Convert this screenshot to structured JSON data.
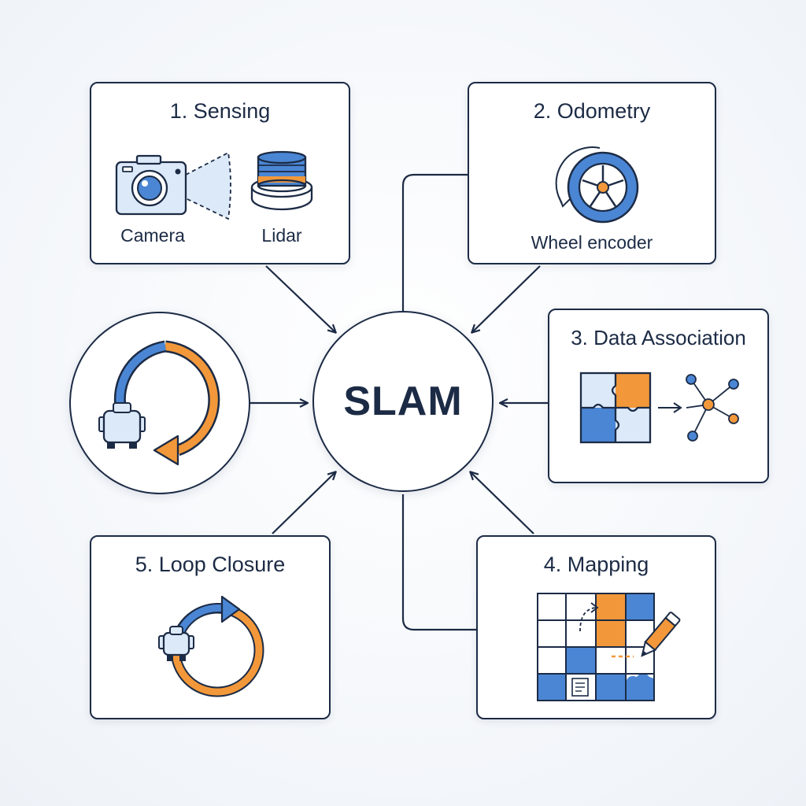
{
  "hub": {
    "label": "SLAM"
  },
  "sensing": {
    "title": "1. Sensing",
    "camera_label": "Camera",
    "lidar_label": "Lidar"
  },
  "odometry": {
    "title": "2. Odometry",
    "wheel_label": "Wheel encoder"
  },
  "association": {
    "title": "3. Data Association"
  },
  "mapping": {
    "title": "4. Mapping"
  },
  "loop": {
    "title": "5. Loop Closure"
  },
  "colors": {
    "navy": "#1c2b45",
    "blue": "#4a86d4",
    "orange": "#f2983a",
    "light_blue": "#dce9f8"
  },
  "icons": [
    "camera-icon",
    "lidar-icon",
    "wheel-icon",
    "puzzle-icon",
    "graph-icon",
    "grid-map-icon",
    "pencil-icon",
    "loop-robot-icon",
    "robot-icon"
  ]
}
